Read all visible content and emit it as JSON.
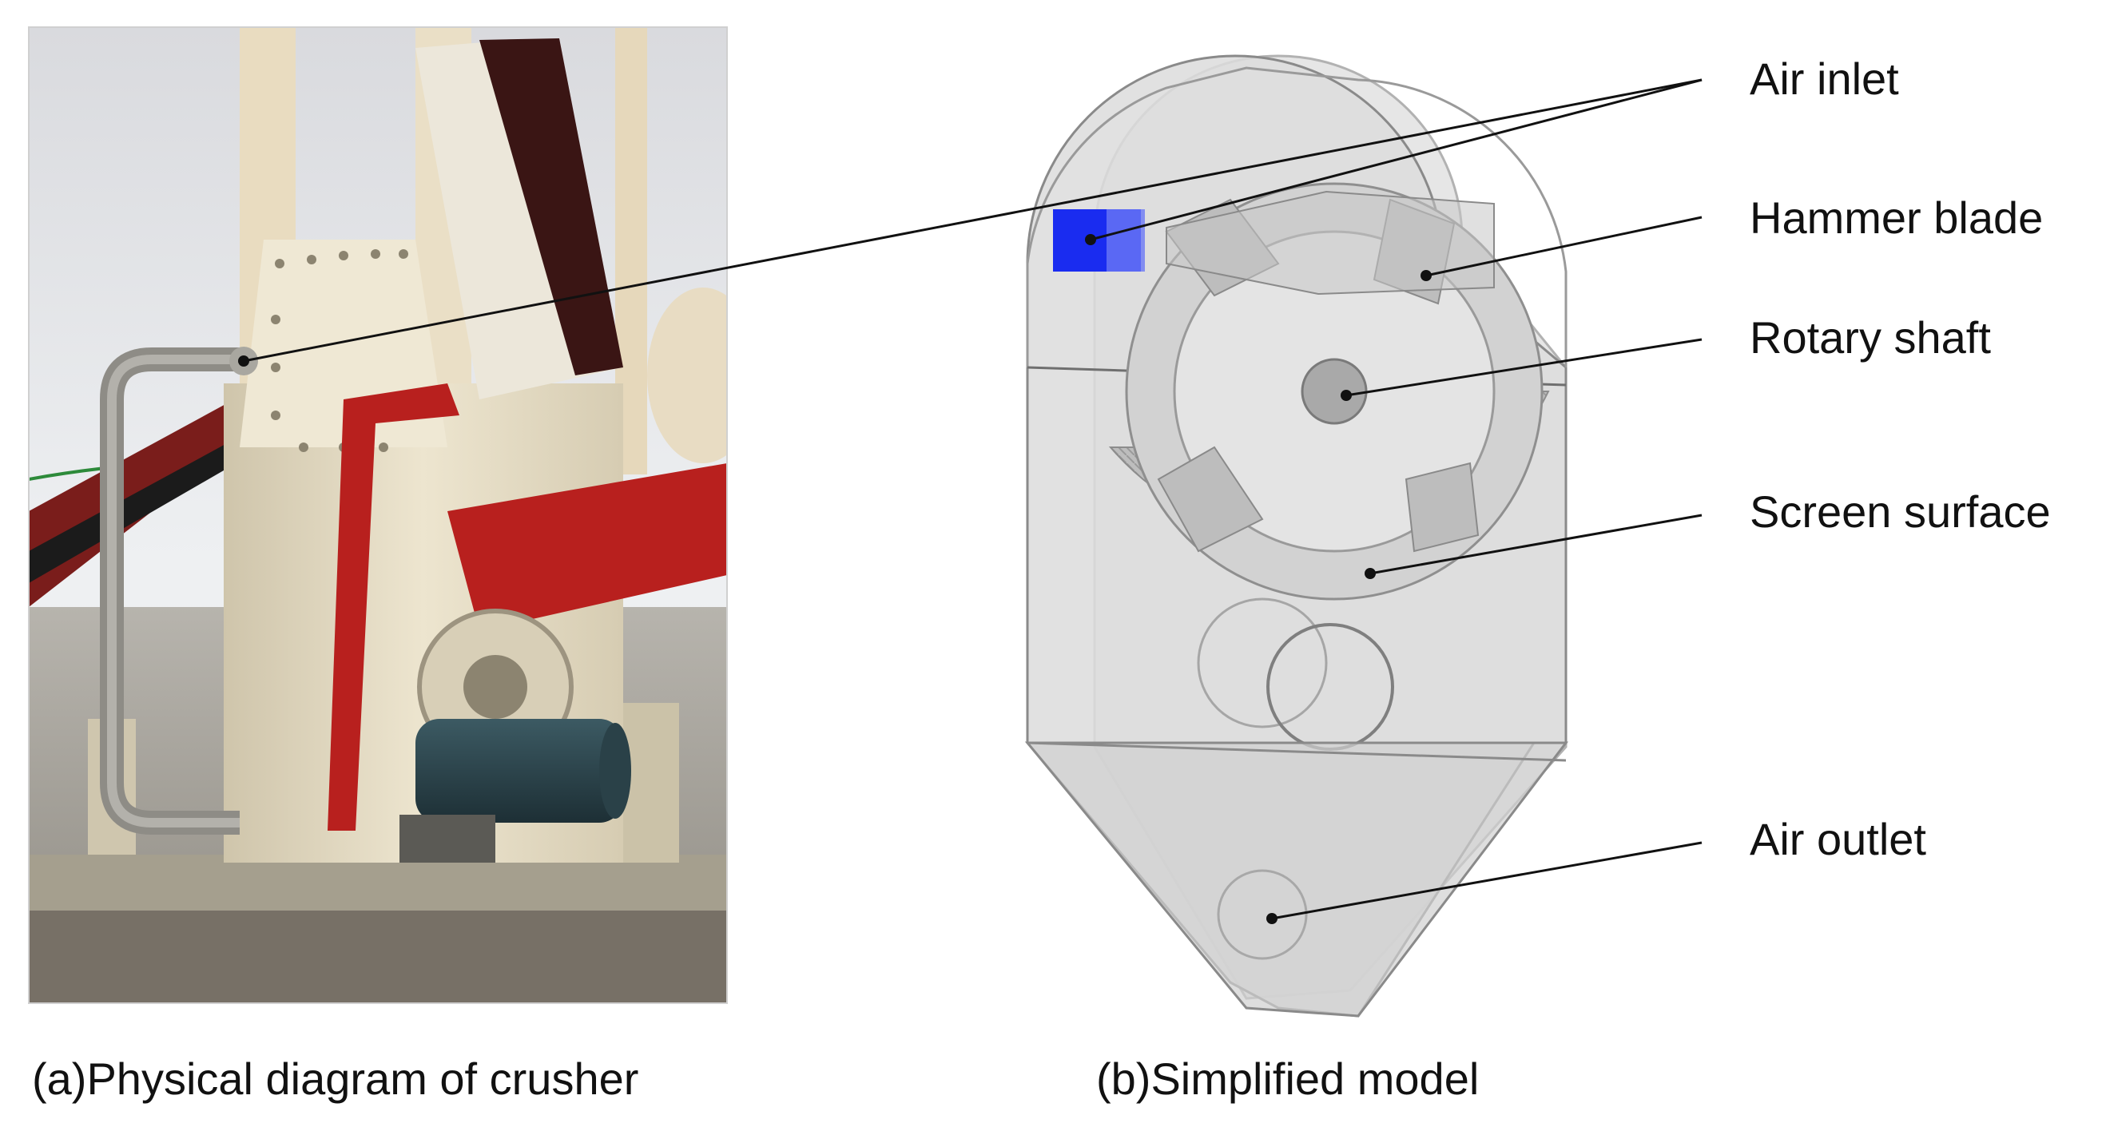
{
  "figure": {
    "caption_a": "(a)Physical diagram of crusher",
    "caption_b": "(b)Simplified model",
    "labels": {
      "air_inlet": "Air inlet",
      "hammer_blade": "Hammer blade",
      "rotary_shaft": "Rotary shaft",
      "screen_surface": "Screen surface",
      "air_outlet": "Air outlet"
    }
  },
  "colors": {
    "inlet_highlight": "#1a2cf0",
    "machine_red": "#b8201e",
    "machine_cream": "#e8dfc8",
    "model_grey": "#d4d4d4",
    "leader_line": "#111111"
  }
}
